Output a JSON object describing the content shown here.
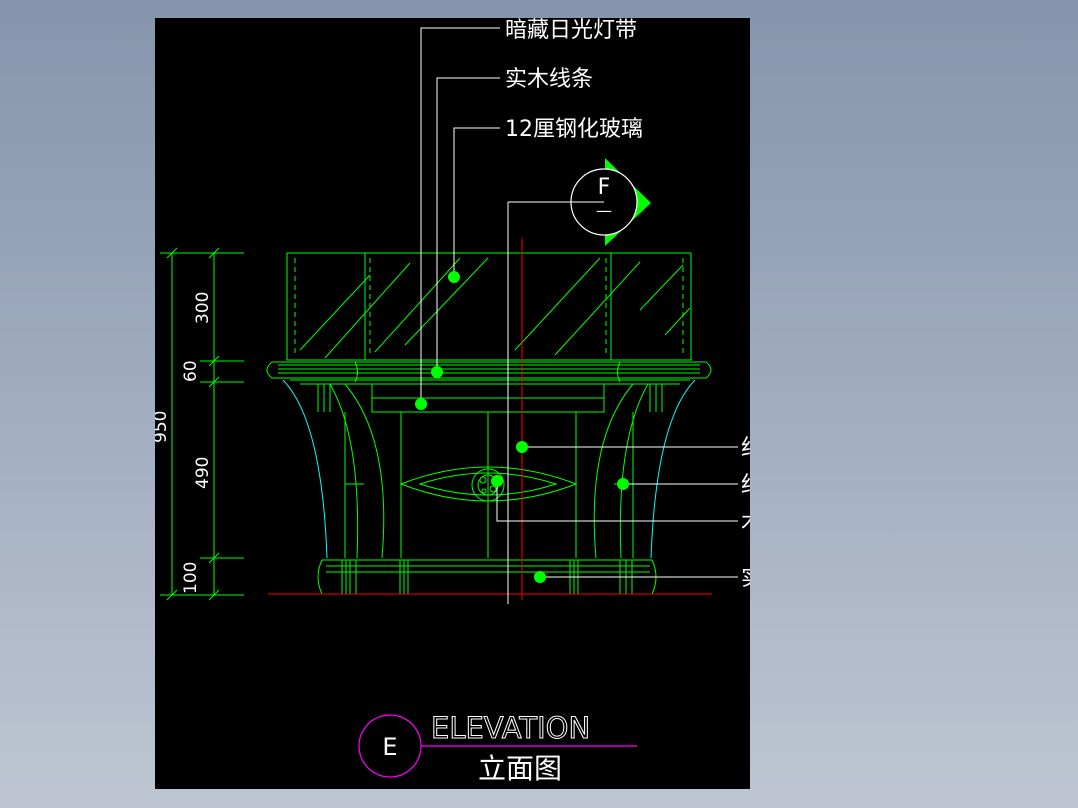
{
  "colors": {
    "background": "#8c9ab0",
    "canvas": "#000000",
    "linework": "#00ff00",
    "dimension": "#00ff00",
    "leader": "#ffffff",
    "accent_red": "#ff0000",
    "accent_cyan": "#00ffff",
    "title_magenta": "#ff00ff",
    "text": "#ffffff"
  },
  "callouts_top": [
    {
      "label": "暗藏日光灯带"
    },
    {
      "label": "实木线条"
    },
    {
      "label": "12厘钢化玻璃"
    }
  ],
  "callouts_right": [
    {
      "label": "红榉木夹板清漆"
    },
    {
      "label": "红影木夹板清漆"
    },
    {
      "label": "木雕金漆"
    },
    {
      "label": "实木踢脚线"
    }
  ],
  "dimensions": {
    "total": "950",
    "segments": [
      "300",
      "60",
      "490",
      "100"
    ]
  },
  "section_marker": {
    "letter": "F",
    "sub": "—"
  },
  "title_block": {
    "marker": "E",
    "title": "ELEVATION",
    "subtitle": "立面图"
  }
}
